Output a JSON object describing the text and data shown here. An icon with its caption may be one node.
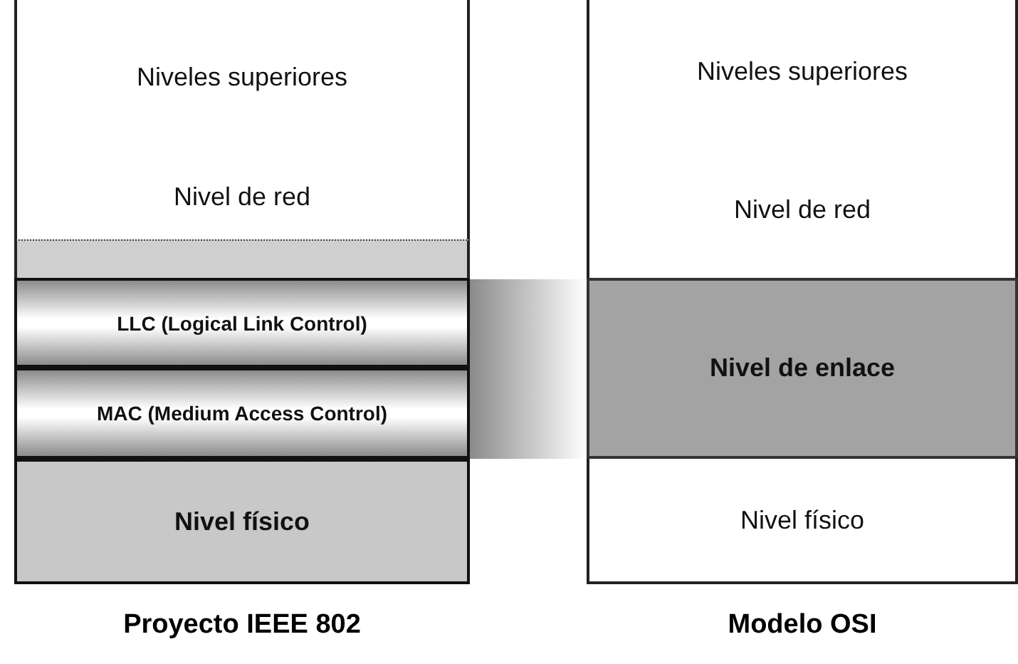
{
  "diagram": {
    "nodes": [
      {
        "text": [
          "Niveles superiores"
        ]
      },
      {
        "text": [
          "Nivel de red"
        ]
      },
      {
        "text": [],
        "shape": "bar"
      },
      {
        "text": [
          "LLC (Logical Link Control)"
        ]
      },
      {
        "text": [
          "MAC (Medium Access Control)"
        ]
      },
      {
        "text": [
          "Nivel físico"
        ]
      },
      {
        "text": [
          "Niveles superiores"
        ]
      },
      {
        "text": [
          "Nivel de red"
        ]
      },
      {
        "text": [
          "Nivel de enlace"
        ]
      },
      {
        "text": [
          "Nivel físico"
        ]
      },
      {
        "text": [],
        "shape": "bar"
      }
    ],
    "labels": [
      "Proyecto IEEE 802",
      "Modelo OSI"
    ]
  }
}
